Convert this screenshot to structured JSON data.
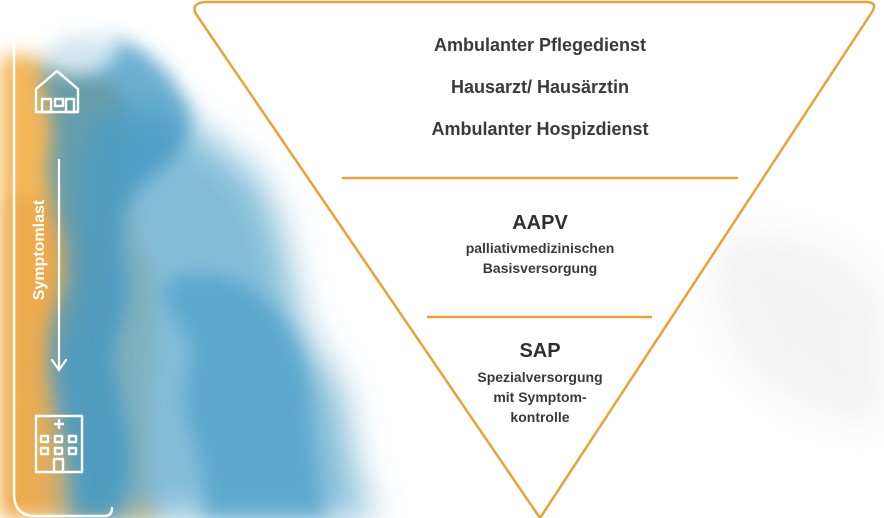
{
  "sidebar": {
    "axis_label": "Symptomlast",
    "top_icon": "house-icon",
    "bottom_icon": "hospital-icon"
  },
  "tiers": {
    "top": [
      "Ambulanter Pflegedienst",
      "Hausarzt/ Hausärztin",
      "Ambulanter Hospizdienst"
    ],
    "middle": {
      "title": "AAPV",
      "lines": [
        "palliativmedizinischen",
        "Basisversorgung"
      ]
    },
    "bottom": {
      "title": "SAP",
      "lines": [
        "Spezialversorgung",
        "mit Symptom-",
        "kontrolle"
      ]
    }
  },
  "colors": {
    "accent": "#e8a23a",
    "watercolor_blue": "#5aa4c8",
    "watercolor_orange": "#f0a830",
    "text": "#3a3a3a"
  }
}
